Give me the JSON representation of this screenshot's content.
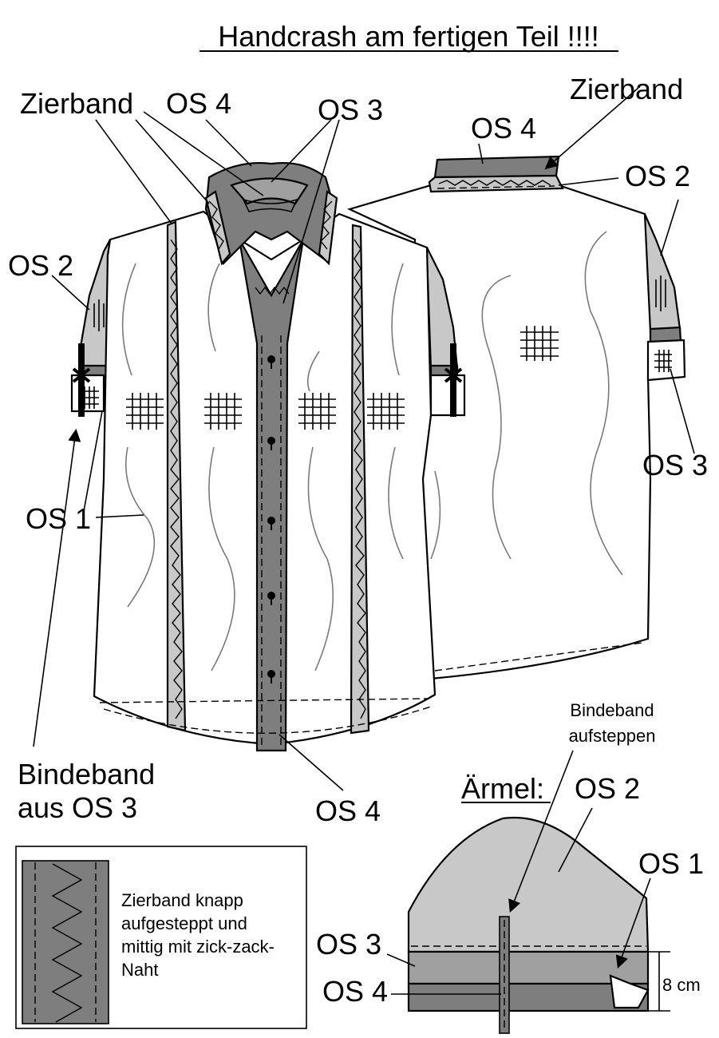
{
  "title": "Handcrash am fertigen Teil !!!!",
  "labels": {
    "zierband_front": "Zierband",
    "os4_collar_front": "OS 4",
    "os3_collar_front": "OS 3",
    "os2_sleeve_front": "OS 2",
    "os1_front": "OS 1",
    "bindeband_line1": "Bindeband",
    "bindeband_line2": "aus OS 3",
    "os4_placket": "OS 4",
    "zierband_back": "Zierband",
    "os4_back": "OS 4",
    "os2_back": "OS 2",
    "os3_back": "OS 3"
  },
  "sleeve_detail": {
    "heading": "Ärmel:",
    "bindeband_note_line1": "Bindeband",
    "bindeband_note_line2": "aufsteppen",
    "os2": "OS 2",
    "os1": "OS 1",
    "os3": "OS 3",
    "os4": "OS 4",
    "measure": "8 cm"
  },
  "legend": {
    "line1": "Zierband knapp",
    "line2": "aufgesteppt und",
    "line3": "mittig mit zick-zack-",
    "line4": "Naht"
  },
  "colors": {
    "os1": "#ffffff",
    "os2": "#c8c8c8",
    "os3": "#a0a0a0",
    "os4": "#7e7e7e",
    "wavy": "#7a7a7a"
  }
}
